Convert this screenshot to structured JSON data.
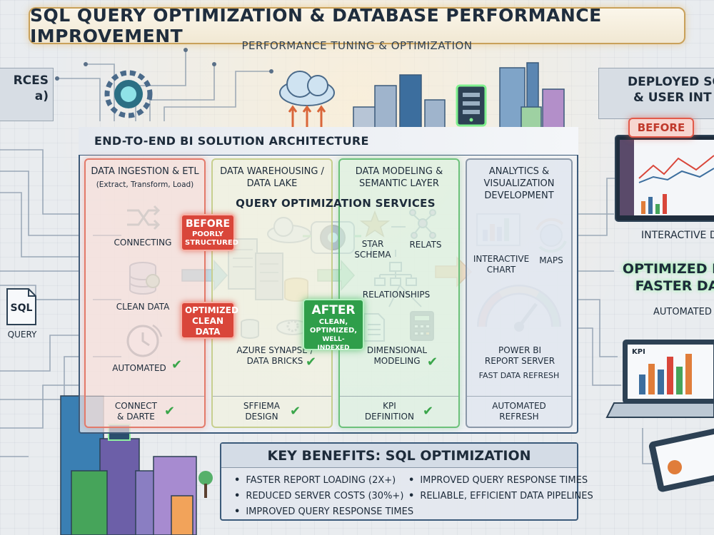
{
  "title": "SQL QUERY OPTIMIZATION & DATABASE PERFORMANCE IMPROVEMENT",
  "subtitle": "PERFORMANCE TUNING & OPTIMIZATION",
  "left_panel": {
    "line1": "RCES",
    "line2": "a)"
  },
  "right_panel": {
    "line1": "DEPLOYED SO",
    "line2": "& USER INT"
  },
  "left_query": {
    "file_label": "SQL",
    "caption": "QUERY"
  },
  "architecture": {
    "header": "END-TO-END BI SOLUTION ARCHITECTURE",
    "columns": [
      {
        "title": "DATA INGESTION & ETL",
        "subtitle": "(Extract, Transform, Load)",
        "items": [
          "CONNECTING",
          "CLEAN DATA",
          "AUTOMATED"
        ],
        "footer_line1": "CONNECT",
        "footer_line2": "& DARTE"
      },
      {
        "title_line1": "DATA WAREHOUSING /",
        "title_line2": "DATA LAKE",
        "items": [
          "AZURE SYNAPSE /",
          "DATA BRICKS"
        ],
        "footer_line1": "SFFIEMA",
        "footer_line2": "DESIGN"
      },
      {
        "title_line1": "DATA MODELING &",
        "title_line2": "SEMANTIC LAYER",
        "items": [
          "STAR",
          "SCHEMA",
          "RELATS",
          "RELATIONSHIPS",
          "DIMENSIONAL",
          "MODELING"
        ],
        "footer_line1": "KPI",
        "footer_line2": "DEFINITION"
      },
      {
        "title_line1": "ANALYTICS &",
        "title_line2": "VISUALIZATION",
        "title_line3": "DEVELOPMENT",
        "items": [
          "INTERACTIVE",
          "CHART",
          "MAPS",
          "POWER BI",
          "REPORT SERVER",
          "FAST DATA REFRESH"
        ],
        "footer_line1": "AUTOMATED",
        "footer_line2": "REFRESH"
      }
    ],
    "query_services": "QUERY OPTIMIZATION SERVICES",
    "tag_before": {
      "title": "BEFORE",
      "line1": "POORLY",
      "line2": "STRUCTURED"
    },
    "tag_optimized": {
      "line1": "OPTIMIZED",
      "line2": "CLEAN",
      "line3": "DATA"
    },
    "tag_after": {
      "title": "AFTER",
      "line1": "CLEAN,",
      "line2": "OPTIMIZED,",
      "line3": "WELL-INDEXED"
    }
  },
  "right_side": {
    "before_badge": "BEFORE",
    "dashboard_caption": "INTERACTIVE DA",
    "optimized_line1": "OPTIMIZED PE",
    "optimized_line2": "FASTER DA",
    "automated": "AUTOMATED",
    "kpi_label": "KPI"
  },
  "benefits": {
    "title": "KEY BENEFITS: SQL OPTIMIZATION",
    "items": [
      "FASTER REPORT LOADING (2X+)",
      "REDUCED SERVER COSTS (30%+)",
      "IMPROVED QUERY RESPONSE TIMES",
      "IMPROVED QUERY RESPONSE TIMES",
      "RELIABLE, EFFICIENT DATA PIPELINES"
    ]
  },
  "colors": {
    "before_red": "#d9463a",
    "after_green": "#2f9e4a",
    "frame_blue": "#3b5a7a",
    "gold": "#c9a15a",
    "check_green": "#3aa64a"
  }
}
